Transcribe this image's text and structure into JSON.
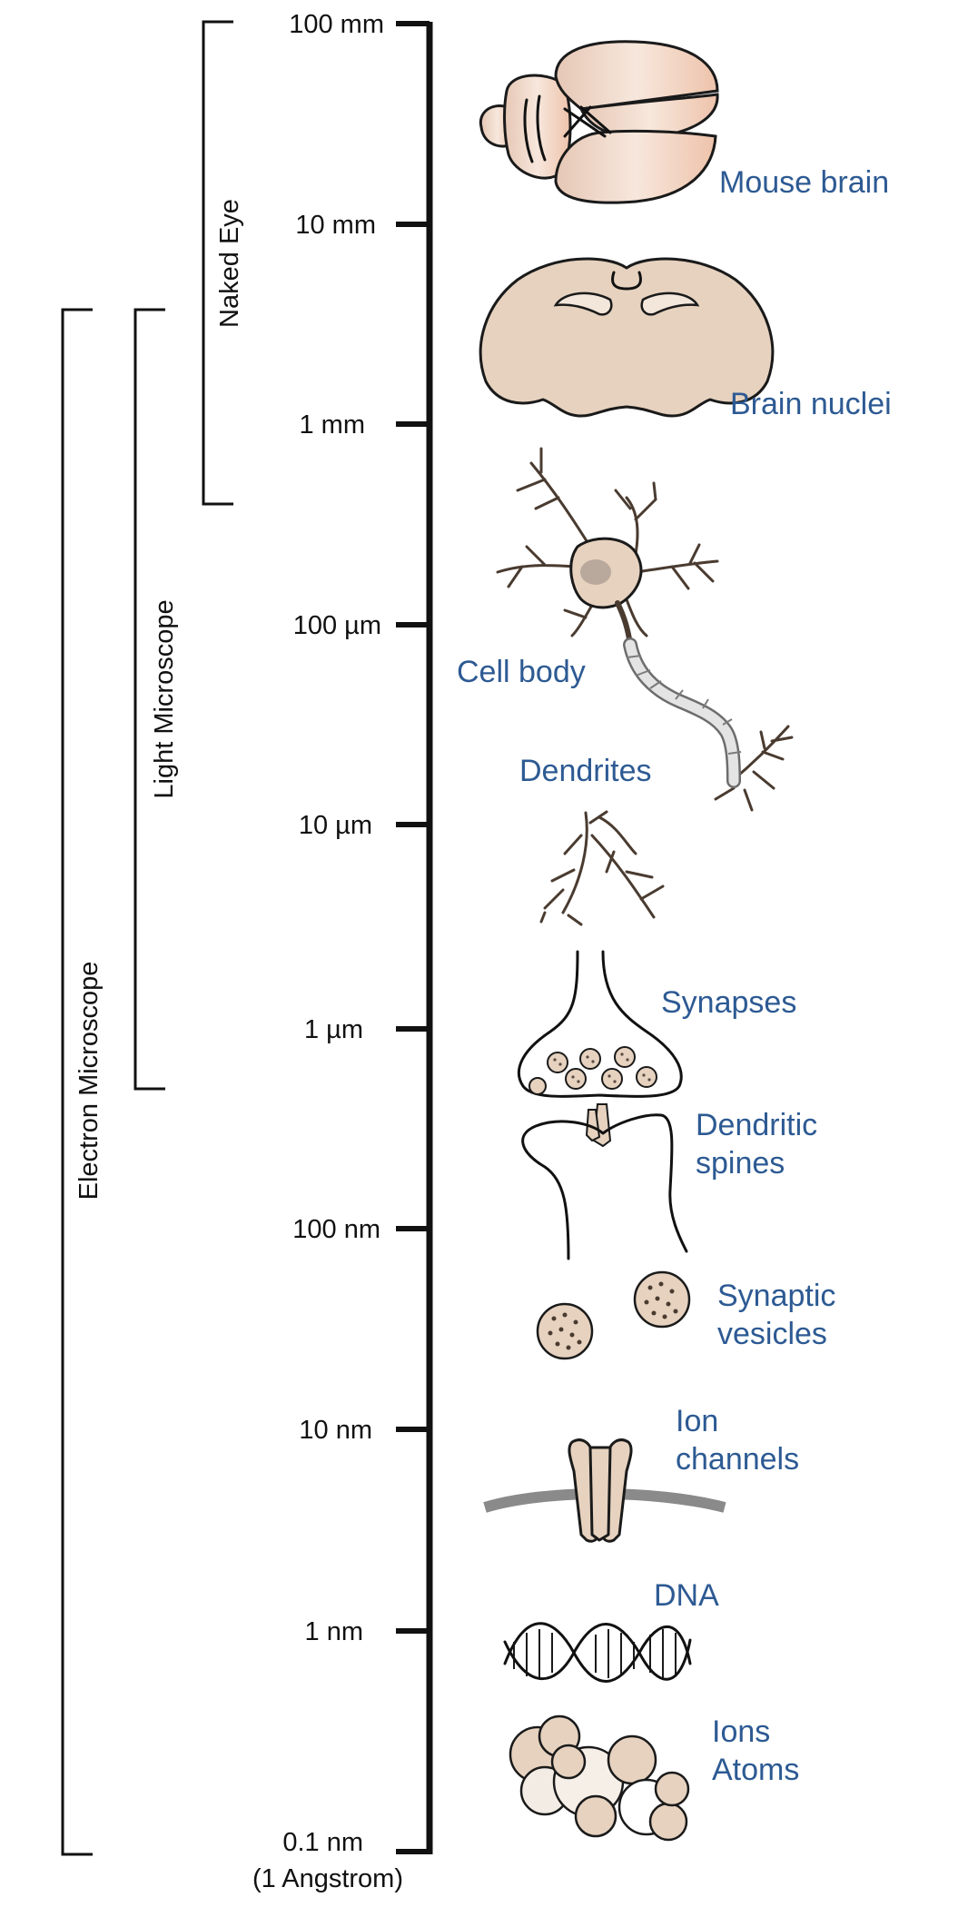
{
  "scale": {
    "ticks": [
      {
        "label": "100 mm"
      },
      {
        "label": "10 mm"
      },
      {
        "label": "1 mm"
      },
      {
        "label": "100 µm"
      },
      {
        "label": "10 µm"
      },
      {
        "label": "1 µm"
      },
      {
        "label": "100 nm"
      },
      {
        "label": "10 nm"
      },
      {
        "label": "1 nm"
      },
      {
        "label": "0.1 nm"
      }
    ],
    "bottom_note": "(1 Angstrom)"
  },
  "ranges": {
    "naked_eye": "Naked Eye",
    "light_microscope": "Light Microscope",
    "electron_microscope": "Electron Microscope"
  },
  "items": {
    "mouse_brain": {
      "line1": "Mouse brain"
    },
    "brain_nuclei": {
      "line1": "Brain nuclei"
    },
    "cell_body": {
      "line1": "Cell body"
    },
    "dendrites": {
      "line1": "Dendrites"
    },
    "synapses": {
      "line1": "Synapses"
    },
    "dendritic_spines": {
      "line1": "Dendritic",
      "line2": "spines"
    },
    "synaptic_vesicles": {
      "line1": "Synaptic",
      "line2": "vesicles"
    },
    "ion_channels": {
      "line1": "Ion",
      "line2": "channels"
    },
    "dna": {
      "line1": "DNA"
    },
    "ions_atoms": {
      "line1": "Ions",
      "line2": "Atoms"
    }
  },
  "colors": {
    "label_blue": "#2d5a93",
    "tissue": "#e6d2bf",
    "ink": "#111111"
  }
}
